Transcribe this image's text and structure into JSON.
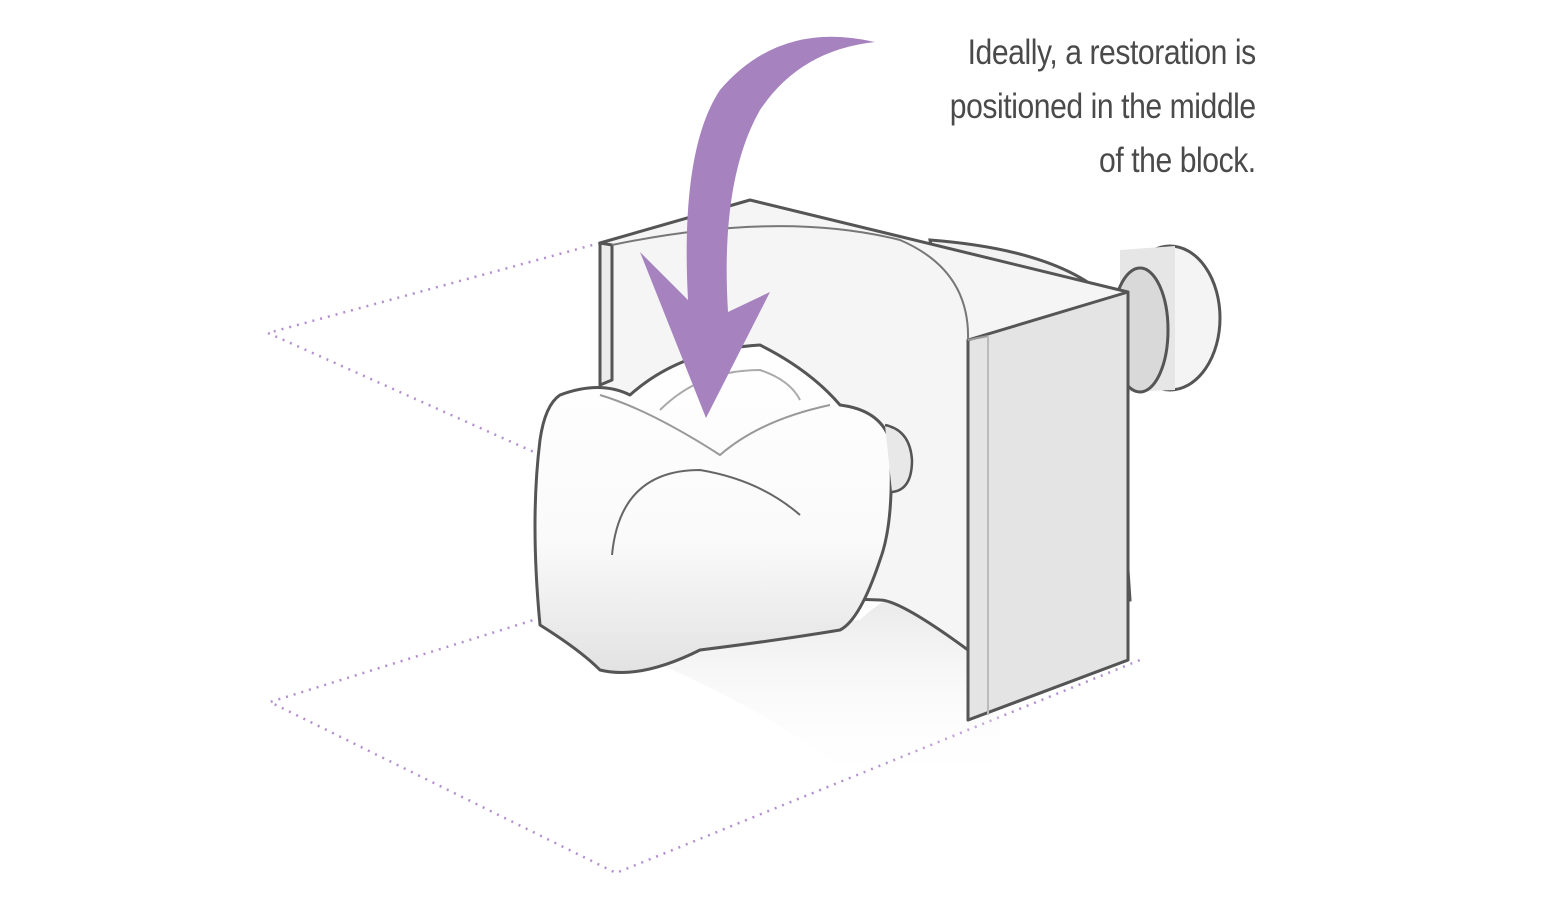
{
  "caption": {
    "lines": [
      "Ideally, a restoration is",
      "positioned in the middle",
      "of the block."
    ]
  },
  "colors": {
    "arrow": "#a682bf",
    "dotted_plane": "#b48fd0",
    "outline": "#555555",
    "block_face": "#e4e4e4",
    "text": "#4a4a4a"
  }
}
